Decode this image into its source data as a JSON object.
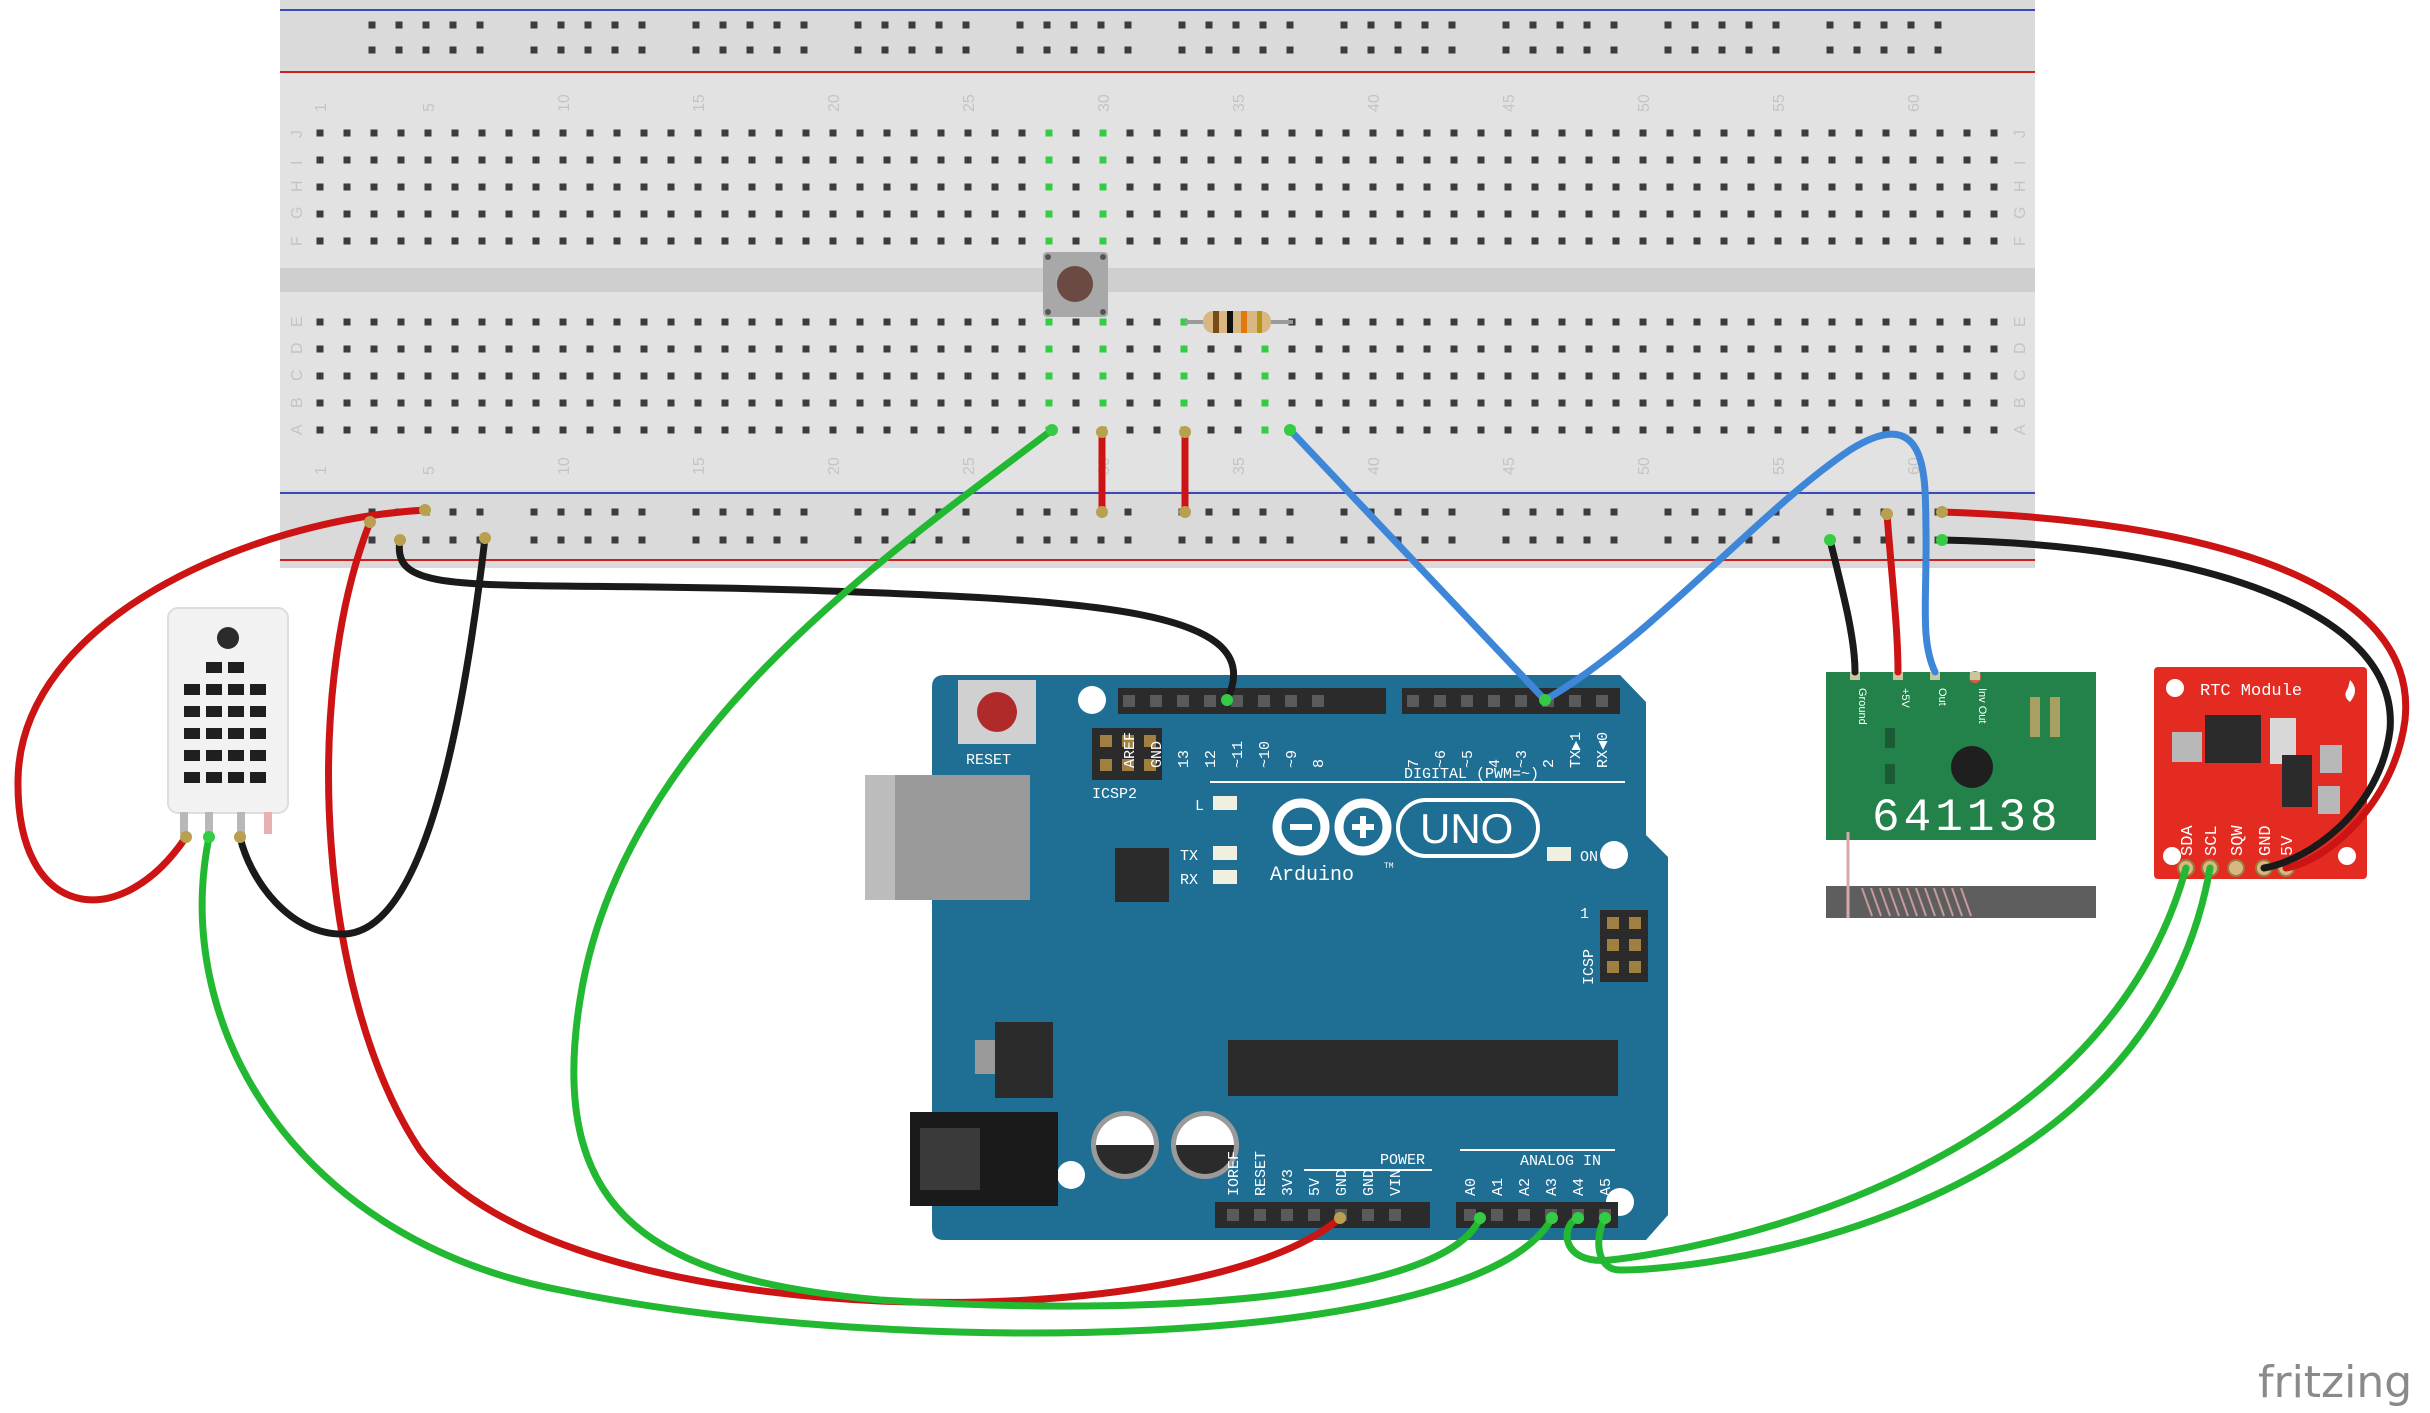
{
  "breadboard": {
    "column_numbers": [
      "1",
      "5",
      "10",
      "15",
      "20",
      "25",
      "30",
      "35",
      "40",
      "45",
      "50",
      "55",
      "60"
    ],
    "row_letters_top": [
      "J",
      "I",
      "H",
      "G",
      "F"
    ],
    "row_letters_bottom": [
      "E",
      "D",
      "C",
      "B",
      "A"
    ]
  },
  "arduino": {
    "reset_label": "RESET",
    "icsp2_label": "ICSP2",
    "icsp_label": "ICSP",
    "icsp_pin1": "1",
    "led_l": "L",
    "led_tx": "TX",
    "led_rx": "RX",
    "on_label": "ON",
    "logo_text": "UNO",
    "brand_text": "Arduino",
    "trademark": "TM",
    "digital_label": "DIGITAL (PWM=~)",
    "digital_pins": [
      "AREF",
      "GND",
      "13",
      "12",
      "~11",
      "~10",
      "~9",
      "8",
      "7",
      "~6",
      "~5",
      "4",
      "~3",
      "2",
      "TX▶1",
      "RX◀0"
    ],
    "power_header": "POWER",
    "power_pins": [
      "IOREF",
      "RESET",
      "3V3",
      "5V",
      "GND",
      "GND",
      "VIN"
    ],
    "analog_header": "ANALOG IN",
    "analog_pins": [
      "A0",
      "A1",
      "A2",
      "A3",
      "A4",
      "A5"
    ]
  },
  "rf_module": {
    "pins": [
      "Ground",
      "+5V",
      "Out",
      "Inv Out"
    ],
    "code": "641138"
  },
  "rtc_module": {
    "title": "RTC Module",
    "pins": [
      "SDA",
      "SCL",
      "SQW",
      "GND",
      "5V"
    ]
  },
  "watermark": "fritzing",
  "colors": {
    "wire_red": "#cc1414",
    "wire_black": "#1a1a1a",
    "wire_green": "#22b832",
    "wire_blue": "#3d86d8",
    "arduino_board": "#1f6f95",
    "rtc_board": "#e32b22",
    "rf_board": "#22824a",
    "breadboard": "#e2e2e2"
  }
}
